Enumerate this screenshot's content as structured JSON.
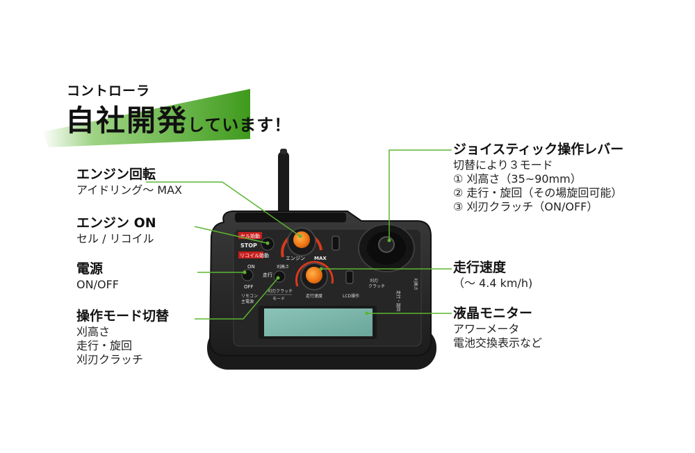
{
  "heading": {
    "small": "コントローラ",
    "big": "自社開発",
    "rest": "しています！"
  },
  "callouts": {
    "engine_rev": {
      "title": "エンジン回転",
      "lines": [
        "アイドリング〜 MAX"
      ]
    },
    "engine_on": {
      "title": "エンジン ON",
      "lines": [
        "セル / リコイル"
      ]
    },
    "power": {
      "title": "電源",
      "lines": [
        "ON/OFF"
      ]
    },
    "mode_switch": {
      "title": "操作モード切替",
      "lines": [
        "刈高さ",
        "走行・旋回",
        "刈刃クラッチ"
      ]
    },
    "joystick": {
      "title": "ジョイスティック操作レバー",
      "lines": [
        "切替により３モード",
        "① 刈高さ（35~90mm）",
        "② 走行・旋回（その場旋回可能）",
        "③ 刈刃クラッチ（ON/OFF）"
      ]
    },
    "speed": {
      "title": "走行速度",
      "lines": [
        "（〜 4.4 km/h)"
      ]
    },
    "lcd": {
      "title": "液晶モニター",
      "lines": [
        "アワーメータ",
        "電池交換表示など"
      ]
    }
  },
  "device": {
    "labels": {
      "cell_start": "セル始動",
      "stop": "STOP",
      "recoil_start": "リコイル始動",
      "engine": "エンジン",
      "max": "MAX",
      "on": "ON",
      "off": "OFF",
      "run": "走行",
      "blade_height": "刈高さ",
      "remote_mode": "リモコン\n主電源",
      "blade_clutch": "刈刃クラッチ",
      "mode": "モード",
      "travel_speed": "走行速度",
      "lcd_op": "LCD操作",
      "blade_clutch_side": "刈刃\nクラッチ"
    }
  },
  "colors": {
    "accent_green": "#5cb531",
    "knob_orange": "#f07a18",
    "lcd": "#7fb6ac",
    "body": "#2b2b2b"
  }
}
